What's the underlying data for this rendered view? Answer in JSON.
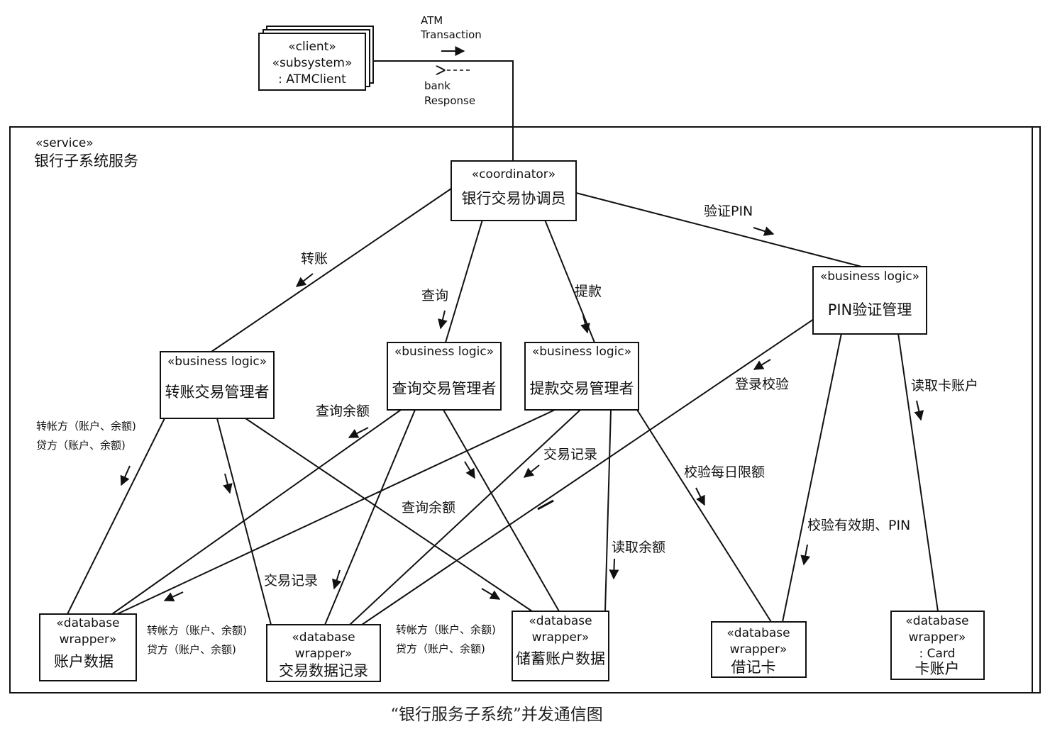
{
  "client": {
    "stereotype1": "«client»",
    "stereotype2": "«subsystem»",
    "name": ": ATMClient"
  },
  "messages": {
    "atm_transaction_1": "ATM",
    "atm_transaction_2": "Transaction",
    "bank_response_1": "bank",
    "bank_response_2": "Response"
  },
  "service": {
    "stereotype": "«service»",
    "name": "银行子系统服务"
  },
  "coordinator": {
    "stereotype": "«coordinator»",
    "name": "银行交易协调员"
  },
  "transfer_mgr": {
    "stereotype": "«business logic»",
    "name": "转账交易管理者"
  },
  "query_mgr": {
    "stereotype": "«business logic»",
    "name": "查询交易管理者"
  },
  "withdraw_mgr": {
    "stereotype": "«business logic»",
    "name": "提款交易管理者"
  },
  "pin_mgr": {
    "stereotype": "«business logic»",
    "name": "PIN验证管理"
  },
  "account_data": {
    "stereotype1": "«database",
    "stereotype2": "wrapper»",
    "name": "账户数据"
  },
  "tx_log": {
    "stereotype1": "«database",
    "stereotype2": "wrapper»",
    "name": "交易数据记录"
  },
  "savings": {
    "stereotype1": "«database",
    "stereotype2": "wrapper»",
    "name": "储蓄账户数据"
  },
  "debit": {
    "stereotype1": "«database",
    "stereotype2": "wrapper»",
    "name": "借记卡"
  },
  "card": {
    "stereotype1": "«database",
    "stereotype2": "wrapper»",
    "stereotype3": ": Card",
    "name": "卡账户"
  },
  "labels": {
    "transfer": "转账",
    "query": "查询",
    "withdraw": "提款",
    "verify_pin": "验证PIN",
    "login_check": "登录校验",
    "read_card_account": "读取卡账户",
    "query_balance_1": "查询余额",
    "query_balance_2": "查询余额",
    "tx_record_1": "交易记录",
    "tx_record_2": "交易记录",
    "check_daily_limit": "校验每日限额",
    "read_balance": "读取余额",
    "check_expiry_pin": "校验有效期、PIN",
    "debit_credit_a1": "转帐方（账户、余额)",
    "debit_credit_a2": "贷方（账户、余额)",
    "debit_credit_b1": "转帐方（账户、余额)",
    "debit_credit_b2": "贷方（账户、余额)",
    "debit_credit_c1": "转帐方（账户、余额)",
    "debit_credit_c2": "贷方（账户、余额)"
  },
  "caption": "“银行服务子系统”并发通信图"
}
